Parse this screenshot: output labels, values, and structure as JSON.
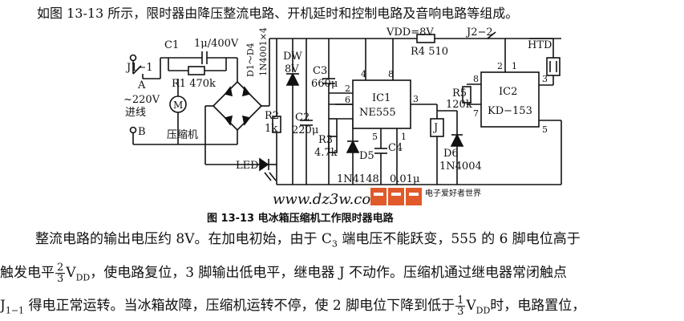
{
  "intro": "如图 13-13 所示，限时器由降压整流电路、开机延时和控制电路及音响电路等组成。",
  "labels": {
    "c1": "C1",
    "c1_val": "1μ/400V",
    "j11": "J1−1",
    "a": "A",
    "ac": "~220V",
    "jinxian": "进线",
    "b": "B",
    "r1": "R1 470k",
    "motor": "M",
    "compressor": "压缩机",
    "bridge": "D1～D4",
    "bridge_val": "1N4001×4",
    "led": "LED",
    "dw": "DW",
    "dw_val": "8V",
    "r2": "R2",
    "r2_val": "1k",
    "c2": "C2",
    "c2_val": "220μ",
    "c3": "C3",
    "c3_val": "660μ",
    "ic1": "IC1",
    "ne555": "NE555",
    "pin4": "4",
    "pin8": "8",
    "pin2": "2",
    "pin6": "6",
    "pin3": "3",
    "pin5": "5",
    "pin1": "1",
    "r3": "R3",
    "r3_val": "4.7k",
    "d5": "D5",
    "d5_val": "1N4148",
    "c4": "C4",
    "c4_val": "0.01μ",
    "relay": "J",
    "d6": "D6",
    "d6_val": "1N4004",
    "vdd": "VDD=8V",
    "r4": "R4 510",
    "j22": "J2−2",
    "htd": "HTD",
    "ic2": "IC2",
    "kd153": "KD−153",
    "ic2_p2": "2",
    "ic2_p1": "1",
    "ic2_p3": "3",
    "ic2_p8": "8",
    "ic2_p7": "7",
    "ic2_p5": "5",
    "r5": "R5",
    "r5_val": "120k",
    "watermark": "www.dz3w.com",
    "logo_text": "电子爱好者世界"
  },
  "caption": "图 13-13    电冰箱压缩机工作限时器电路",
  "para1": {
    "a": "整流电路的输出电压约 8V。在加电初始，由于 C",
    "sub": "3",
    "b": " 端电压不能跃变，555 的 6 脚电位高于"
  },
  "para2": {
    "a": "触发电平",
    "num": "2",
    "den": "3",
    "b": "V",
    "sub": "DD",
    "c": "，使电路复位，3 脚输出低电平，继电器 J 不动作。压缩机通过继电器常闭触点"
  },
  "para3": {
    "a": "J",
    "sub": "1−1",
    "b": " 得电正常运转。当冰箱故障，压缩机运转不停，使 2 脚电位下降到低于",
    "num": "1",
    "den": "3",
    "c": "V",
    "sub2": "DD",
    "d": "时，电路置位，"
  }
}
